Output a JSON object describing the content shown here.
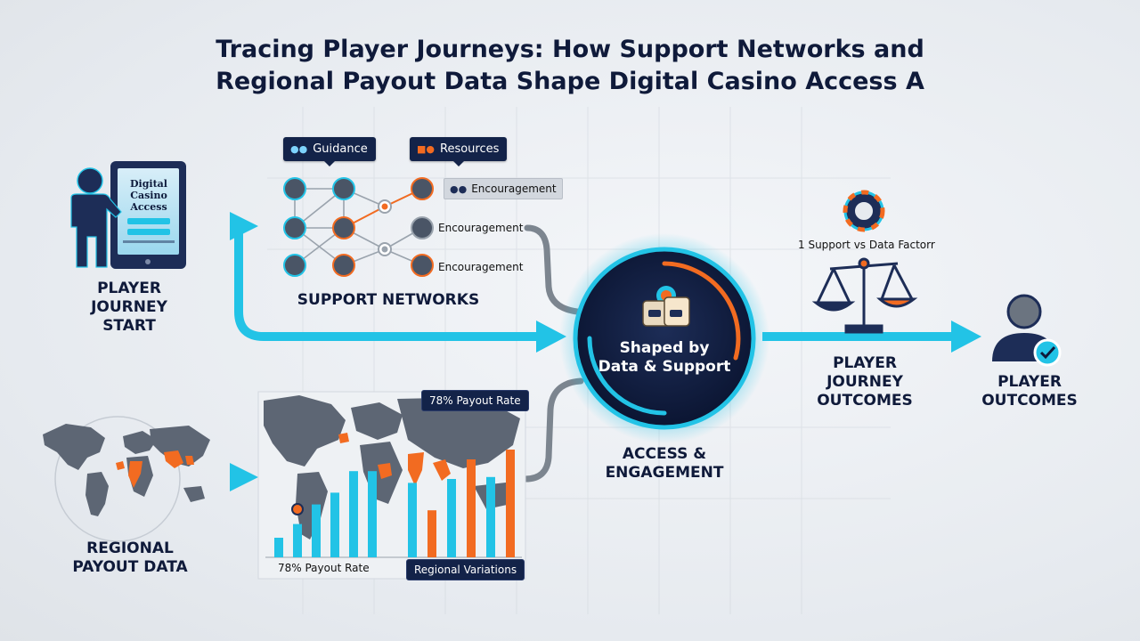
{
  "title": {
    "line1": "Tracing Player Journeys: How Support Networks and",
    "line2": "Regional Payout Data Shape Digital Casino Access A"
  },
  "start": {
    "tablet_line1": "Digital",
    "tablet_line2": "Casino",
    "tablet_line3": "Access",
    "label_line1": "PLAYER",
    "label_line2": "JOURNEY",
    "label_line3": "START"
  },
  "support": {
    "tag_guidance": "Guidance",
    "tag_resources": "Resources",
    "enc_box": "Encouragement",
    "enc_2": "Encouragement",
    "enc_3": "Encouragement",
    "label": "SUPPORT NETWORKS"
  },
  "hub": {
    "line1": "Shaped by",
    "line2": "Data & Support",
    "label_line1": "ACCESS &",
    "label_line2": "ENGAGEMENT"
  },
  "regional": {
    "label_line1": "REGIONAL",
    "label_line2": "PAYOUT DATA",
    "chip_top": "78% Payout Rate",
    "caption_bottom": "78% Payout Rate",
    "chip_bottom": "Regional Variations"
  },
  "outcomes": {
    "factor_label": "1 Support vs Data Factorr",
    "journey_line1": "PLAYER",
    "journey_line2": "JOURNEY",
    "journey_line3": "OUTCOMES",
    "player_line1": "PLAYER",
    "player_line2": "OUTCOMES"
  },
  "colors": {
    "cyan": "#22c3e6",
    "orange": "#f26b21",
    "navy": "#132349",
    "gray_connector": "#7c858f"
  },
  "chart_data": {
    "type": "bar",
    "series": [
      {
        "values": [
          1,
          1.7,
          2.7,
          3.3,
          4.4,
          4.4
        ]
      },
      {
        "values": [
          3.8,
          2.4,
          4.0,
          5.0,
          4.1,
          5.5
        ]
      }
    ]
  }
}
